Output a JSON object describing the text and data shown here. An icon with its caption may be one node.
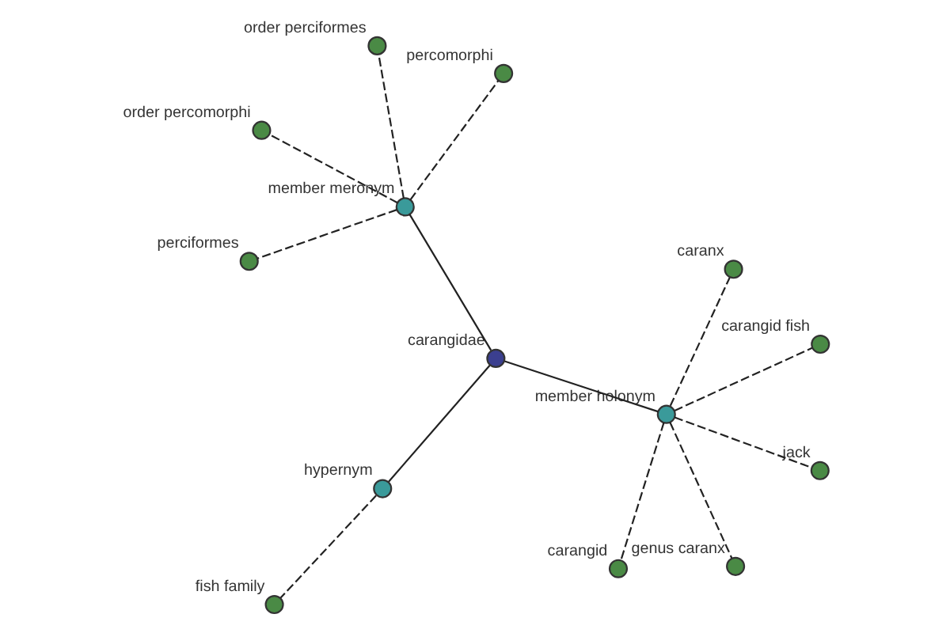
{
  "diagram": {
    "nodes": [
      {
        "text": [
          "order percomorphi"
        ]
      },
      {
        "text": [
          "percomorphi"
        ]
      },
      {
        "text": [
          "perciformes"
        ]
      },
      {
        "text": [
          "fish family"
        ]
      },
      {
        "text": [
          "member meronym"
        ]
      },
      {
        "text": [
          "order perciformes"
        ]
      },
      {
        "text": [
          "hypernym"
        ]
      },
      {
        "text": [
          "carangidae"
        ]
      },
      {
        "text": [
          "carangid"
        ]
      },
      {
        "text": [
          "member holonym"
        ]
      },
      {
        "text": [
          "genus caranx"
        ]
      },
      {
        "text": [
          "caranx"
        ]
      },
      {
        "text": [
          "jack"
        ]
      },
      {
        "text": [
          "carangid fish"
        ]
      }
    ],
    "edges": [
      {
        "from": 7,
        "to": 6,
        "arrow": "none"
      },
      {
        "from": 7,
        "to": 4,
        "arrow": "none"
      },
      {
        "from": 7,
        "to": 9,
        "arrow": "none"
      },
      {
        "from": 6,
        "to": 3,
        "arrow": "none",
        "style": "dashed"
      },
      {
        "from": 4,
        "to": 0,
        "arrow": "none",
        "style": "dashed"
      },
      {
        "from": 4,
        "to": 2,
        "arrow": "none",
        "style": "dashed"
      },
      {
        "from": 4,
        "to": 1,
        "arrow": "none",
        "style": "dashed"
      },
      {
        "from": 4,
        "to": 5,
        "arrow": "none",
        "style": "dashed"
      },
      {
        "from": 9,
        "to": 8,
        "arrow": "none",
        "style": "dashed"
      },
      {
        "from": 9,
        "to": 10,
        "arrow": "none",
        "style": "dashed"
      },
      {
        "from": 9,
        "to": 11,
        "arrow": "none",
        "style": "dashed"
      },
      {
        "from": 9,
        "to": 12,
        "arrow": "none",
        "style": "dashed"
      },
      {
        "from": 9,
        "to": 13,
        "arrow": "none",
        "style": "dashed"
      }
    ]
  }
}
